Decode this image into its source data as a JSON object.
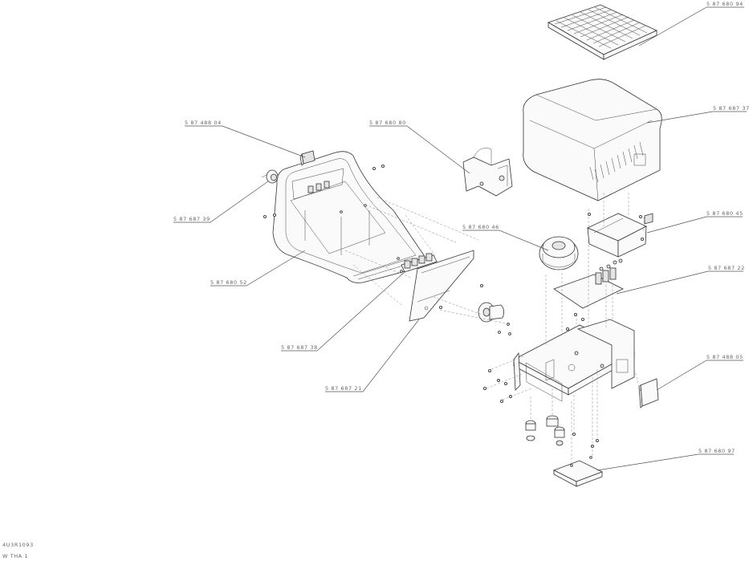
{
  "drawing_id": "4U3R1093",
  "drawing_sheet": "W THA 1",
  "callouts": [
    {
      "id": "c1",
      "label": "5 87 680 94"
    },
    {
      "id": "c2",
      "label": "5 87 687 37"
    },
    {
      "id": "c3",
      "label": "5 87 488 04"
    },
    {
      "id": "c4",
      "label": "5 87 680 80"
    },
    {
      "id": "c5",
      "label": "5 87 687 39"
    },
    {
      "id": "c6",
      "label": "5 87 680 45"
    },
    {
      "id": "c7",
      "label": "5 87 680 46"
    },
    {
      "id": "c8",
      "label": "5 87 687 22"
    },
    {
      "id": "c9",
      "label": "5 87 680 52"
    },
    {
      "id": "c10",
      "label": "5 87 687 38"
    },
    {
      "id": "c11",
      "label": "5 87 488 05"
    },
    {
      "id": "c12",
      "label": "5 87 687 21"
    },
    {
      "id": "c13",
      "label": "5 87 680 97"
    }
  ]
}
